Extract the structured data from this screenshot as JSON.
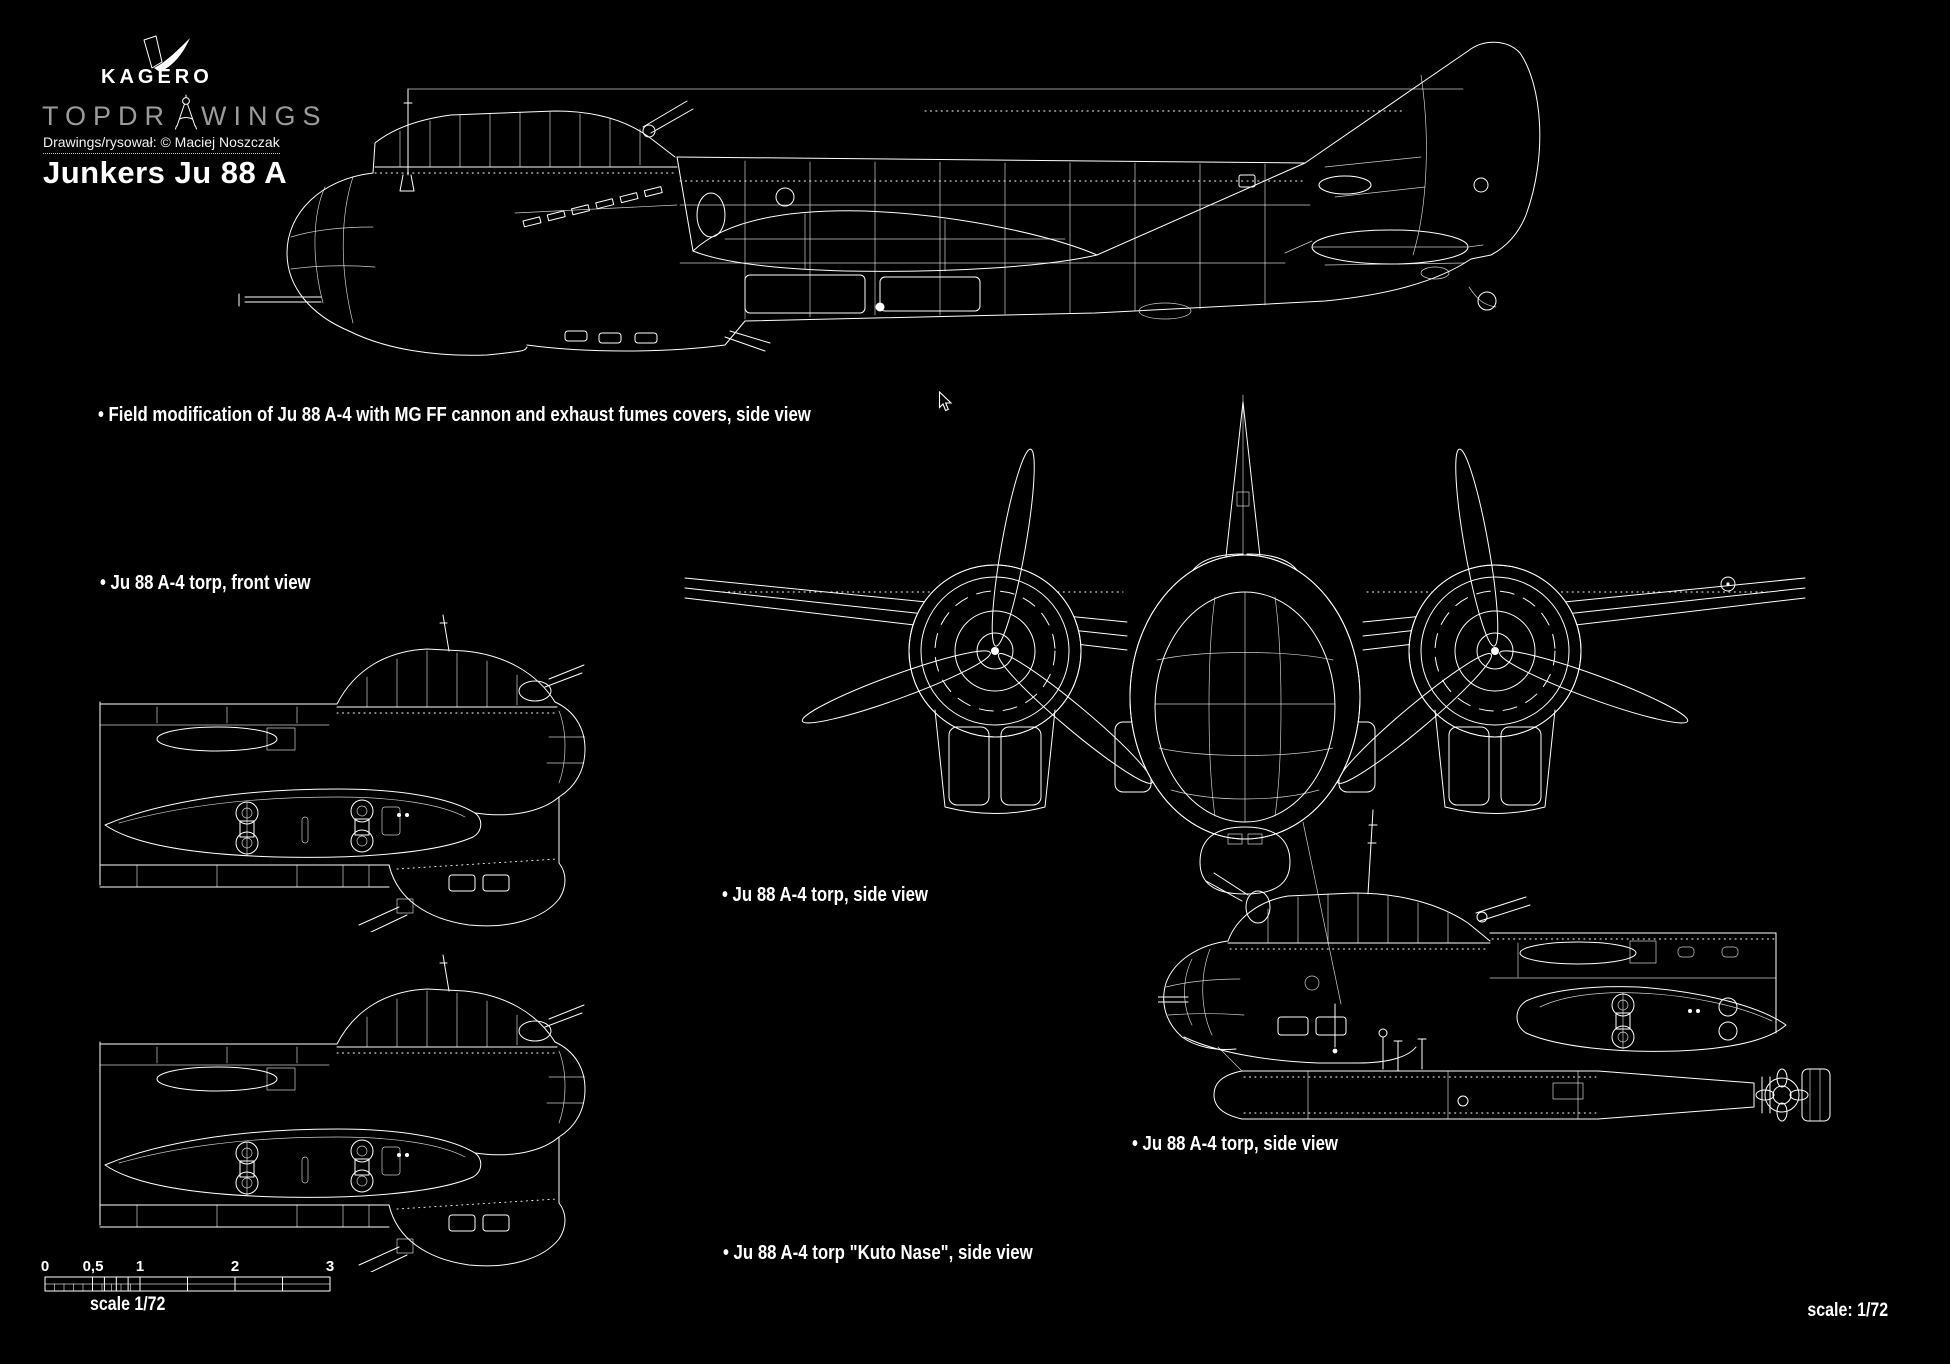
{
  "page": {
    "background": "#000000",
    "ink": "#ffffff",
    "muted": "#9b9b9b"
  },
  "branding": {
    "kagero": "KAGERO",
    "series_prefix": "TOPDR",
    "series_suffix": "WINGS",
    "credit": "Drawings/rysował: © Maciej Noszczak",
    "title": "Junkers Ju 88 A"
  },
  "icons": {
    "kagero_mark": "check-mark-logo",
    "series_a": "drafting-compass",
    "pointer": "mouse-cursor-arrow"
  },
  "captions": {
    "field_mod": "• Field modification of Ju 88 A-4 with MG FF cannon and exhaust fumes covers, side view",
    "torp_front": "• Ju 88 A-4 torp, front view",
    "torp_side_mid": "• Ju 88 A-4 torp, side view",
    "torp_side_right": "• Ju 88 A-4 torp, side view",
    "torp_kuto_nase": "• Ju 88 A-4 torp \"Kuto Nase\", side view"
  },
  "scale_bar": {
    "tick_labels": [
      "0",
      "0,5",
      "1",
      "2",
      "3"
    ],
    "caption": "scale 1/72"
  },
  "footer": {
    "scale_note": "scale: 1/72"
  }
}
